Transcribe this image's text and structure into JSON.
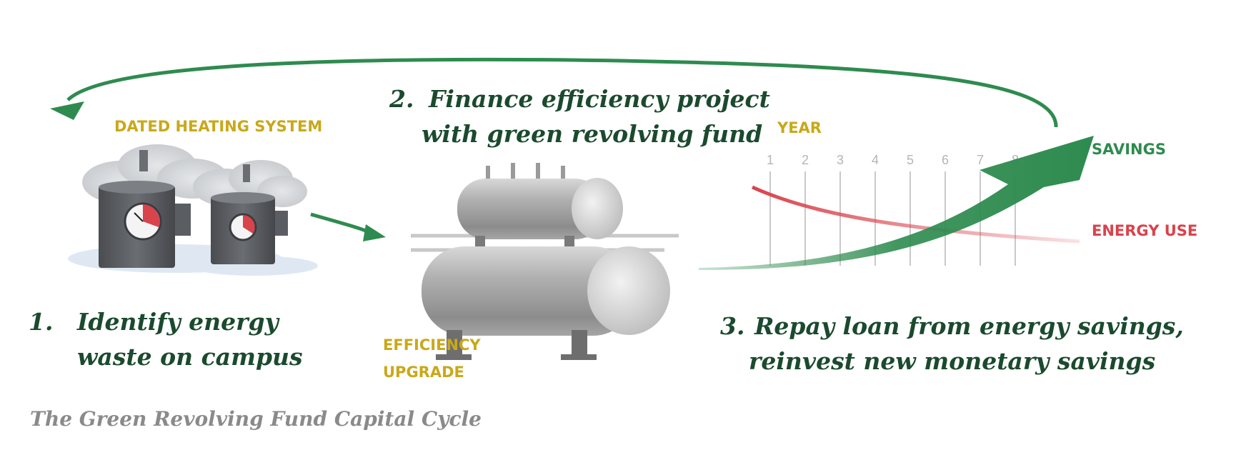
{
  "steps": {
    "step1": {
      "number": "1.",
      "line1": "Identify energy",
      "line2": "waste on campus"
    },
    "step2": {
      "number": "2.",
      "line1": "Finance efficiency project",
      "line2": "with green revolving fund"
    },
    "step3": {
      "number": "3.",
      "line1": "Repay loan from energy savings,",
      "line2": "reinvest new monetary savings"
    }
  },
  "labels": {
    "dated_heating": "DATED HEATING SYSTEM",
    "efficiency_line1": "EFFICIENCY",
    "efficiency_line2": "UPGRADE",
    "year": "YEAR",
    "savings": "SAVINGS",
    "energy_use": "ENERGY USE"
  },
  "caption": "The Green Revolving Fund Capital Cycle",
  "chart_data": {
    "type": "line",
    "x": [
      1,
      2,
      3,
      4,
      5,
      6,
      7,
      8
    ],
    "xlabel": "YEAR",
    "series": [
      {
        "name": "SAVINGS",
        "trend": "increasing",
        "color": "#2e8b4f"
      },
      {
        "name": "ENERGY USE",
        "trend": "decreasing",
        "color": "#d9434c"
      }
    ]
  },
  "colors": {
    "step_text": "#1b4a2e",
    "label_gold": "#c9a81a",
    "savings": "#2e8b4f",
    "energy_use": "#d9434c",
    "arrow": "#2e8b4f",
    "caption": "#8a8a8a"
  }
}
